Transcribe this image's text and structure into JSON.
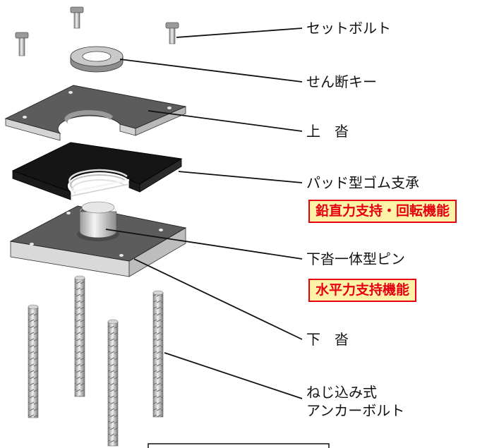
{
  "labels": {
    "set_bolt": "セットボルト",
    "shear_key": "せん断キー",
    "upper_plate": "上　沓",
    "rubber_bearing": "パッド型ゴム支承",
    "lower_pin": "下沓一体型ピン",
    "lower_plate": "下　沓",
    "anchor_bolt_line1": "ねじ込み式",
    "anchor_bolt_line2": "アンカーボルト"
  },
  "highlights": {
    "vertical_function": "鉛直力支持・回転機能",
    "horizontal_function": "水平力支持機能"
  },
  "colors": {
    "highlight_border": "#e60012",
    "highlight_text": "#e60012",
    "highlight_fill": "#fdf3a8",
    "plate_top": "#5c5c5c",
    "plate_side": "#d4d4d4",
    "rubber": "#151515",
    "leader_line": "#111111"
  }
}
